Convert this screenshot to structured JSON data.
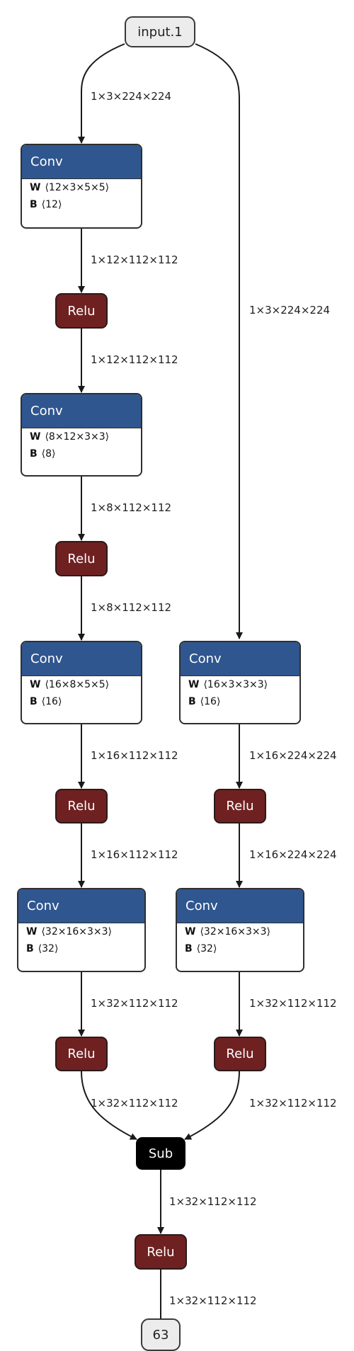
{
  "graph": {
    "input": "input.1",
    "output": "63",
    "branch_a": {
      "e0": "1×3×224×224",
      "conv1": {
        "title": "Conv",
        "w_key": "W",
        "w": "⟨12×3×5×5⟩",
        "b_key": "B",
        "b": "⟨12⟩"
      },
      "e1": "1×12×112×112",
      "relu1": "Relu",
      "e2": "1×12×112×112",
      "conv2": {
        "title": "Conv",
        "w_key": "W",
        "w": "⟨8×12×3×3⟩",
        "b_key": "B",
        "b": "⟨8⟩"
      },
      "e3": "1×8×112×112",
      "relu2": "Relu",
      "e4": "1×8×112×112",
      "conv3": {
        "title": "Conv",
        "w_key": "W",
        "w": "⟨16×8×5×5⟩",
        "b_key": "B",
        "b": "⟨16⟩"
      },
      "e5": "1×16×112×112",
      "relu3": "Relu",
      "e6": "1×16×112×112",
      "conv4": {
        "title": "Conv",
        "w_key": "W",
        "w": "⟨32×16×3×3⟩",
        "b_key": "B",
        "b": "⟨32⟩"
      },
      "e7": "1×32×112×112",
      "relu4": "Relu",
      "e8": "1×32×112×112"
    },
    "branch_b": {
      "e0": "1×3×224×224",
      "conv1": {
        "title": "Conv",
        "w_key": "W",
        "w": "⟨16×3×3×3⟩",
        "b_key": "B",
        "b": "⟨16⟩"
      },
      "e1": "1×16×224×224",
      "relu1": "Relu",
      "e2": "1×16×224×224",
      "conv2": {
        "title": "Conv",
        "w_key": "W",
        "w": "⟨32×16×3×3⟩",
        "b_key": "B",
        "b": "⟨32⟩"
      },
      "e3": "1×32×112×112",
      "relu2": "Relu",
      "e4": "1×32×112×112"
    },
    "sub": "Sub",
    "tail": {
      "e0": "1×32×112×112",
      "relu": "Relu",
      "e1": "1×32×112×112"
    }
  }
}
